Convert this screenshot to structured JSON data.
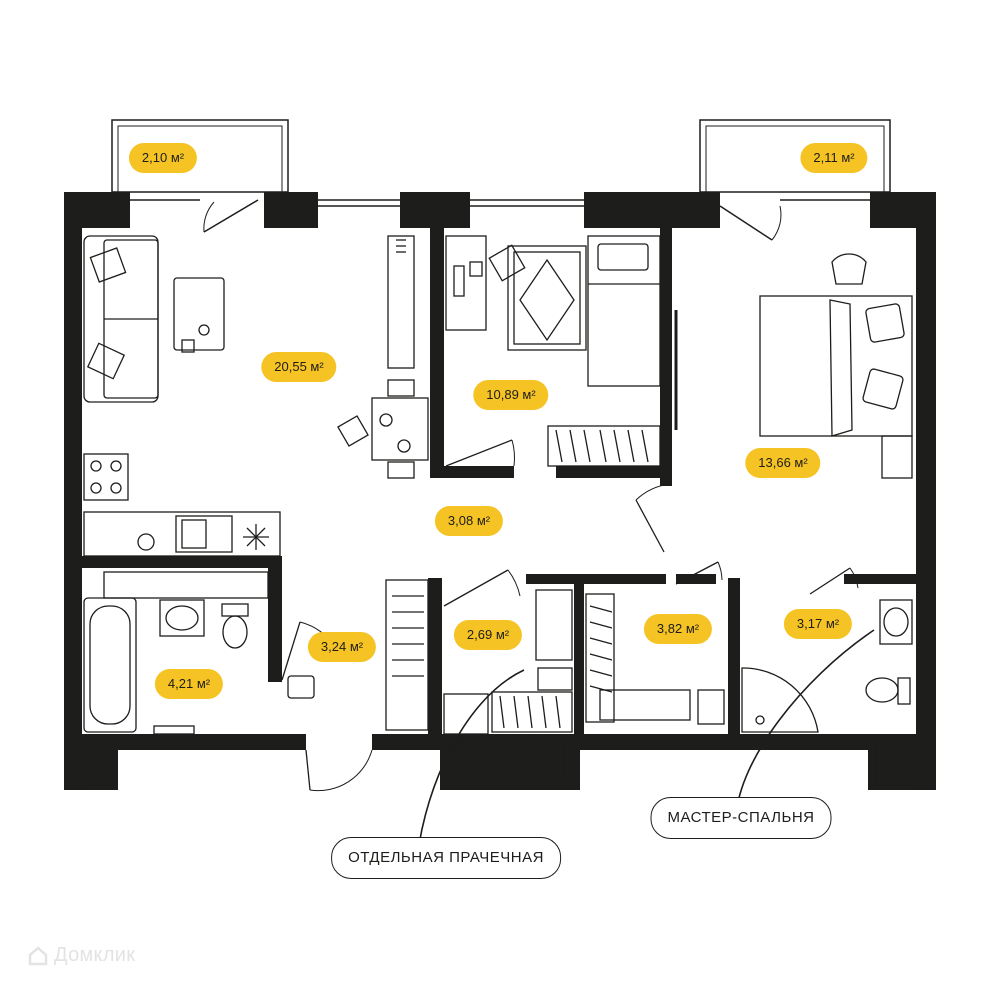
{
  "areas": {
    "balcony_left": "2,10 м²",
    "balcony_right": "2,11 м²",
    "living_kitchen": "20,55 м²",
    "bedroom_small": "10,89 м²",
    "hall": "3,08 м²",
    "master_bedroom": "13,66 м²",
    "bathroom": "4,21 м²",
    "entrance": "3,24 м²",
    "laundry": "2,69 м²",
    "wardrobe": "3,82 м²",
    "master_bath": "3,17 м²"
  },
  "callouts": {
    "laundry": "ОТДЕЛЬНАЯ ПРАЧЕЧНАЯ",
    "master": "МАСТЕР-СПАЛЬНЯ"
  },
  "watermark": "Домклик",
  "colors": {
    "wall": "#1d1d1b",
    "badge": "#f6c325",
    "line": "#1d1d1b",
    "watermark": "#e3e3e3"
  },
  "icons": [
    "sofa-icon",
    "bed-icon",
    "desk-icon",
    "bathtub-icon",
    "toilet-icon",
    "sink-icon",
    "stove-icon",
    "shower-icon",
    "house-icon"
  ]
}
